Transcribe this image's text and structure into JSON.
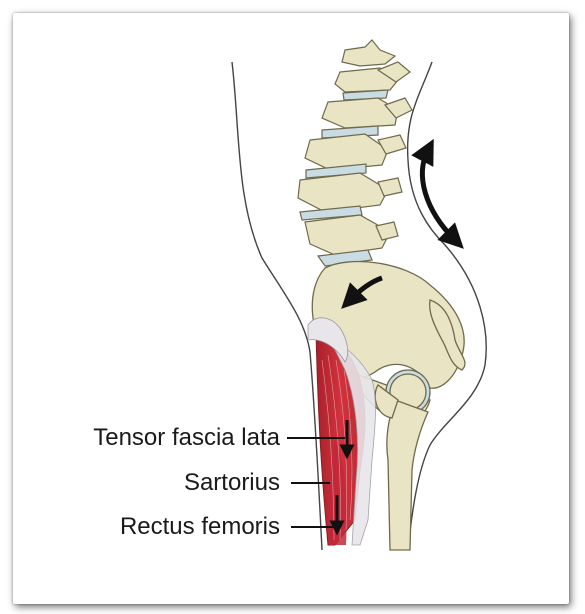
{
  "labels": {
    "tensor": "Tensor fascia lata",
    "sartorius": "Sartorius",
    "rectus": "Rectus femoris"
  },
  "colors": {
    "bone_fill": "#e9e4c4",
    "bone_stroke": "#6f6a4c",
    "disc_fill": "#c9dbe3",
    "muscle_red": "#d1323c",
    "muscle_dark": "#a8202b",
    "tendon": "#e8e6ea",
    "outline": "#333333",
    "arrow": "#111111"
  }
}
